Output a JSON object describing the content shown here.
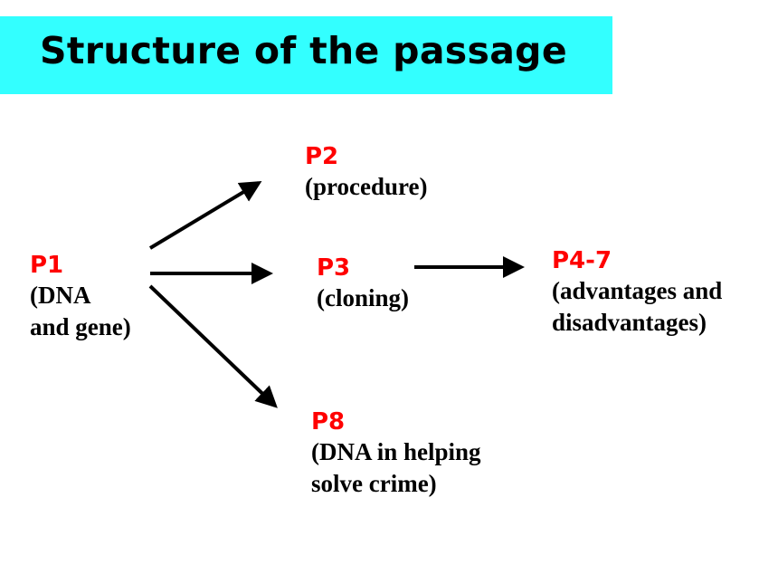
{
  "title": "Structure of the passage",
  "colors": {
    "title_bg": "#33ffff",
    "label": "#ff0000",
    "text": "#000000"
  },
  "nodes": {
    "p1": {
      "label": "P1",
      "desc": "(DNA\nand gene)"
    },
    "p2": {
      "label": "P2",
      "desc": "(procedure)"
    },
    "p3": {
      "label": "P3",
      "desc": "(cloning)"
    },
    "p47": {
      "label": "P4-7",
      "desc": "(advantages and\ndisadvantages)"
    },
    "p8": {
      "label": "P8",
      "desc": "(DNA in helping\n solve crime)"
    }
  },
  "edges": [
    {
      "from": "P1",
      "to": "P2"
    },
    {
      "from": "P1",
      "to": "P3"
    },
    {
      "from": "P1",
      "to": "P8"
    },
    {
      "from": "P3",
      "to": "P4-7"
    }
  ]
}
